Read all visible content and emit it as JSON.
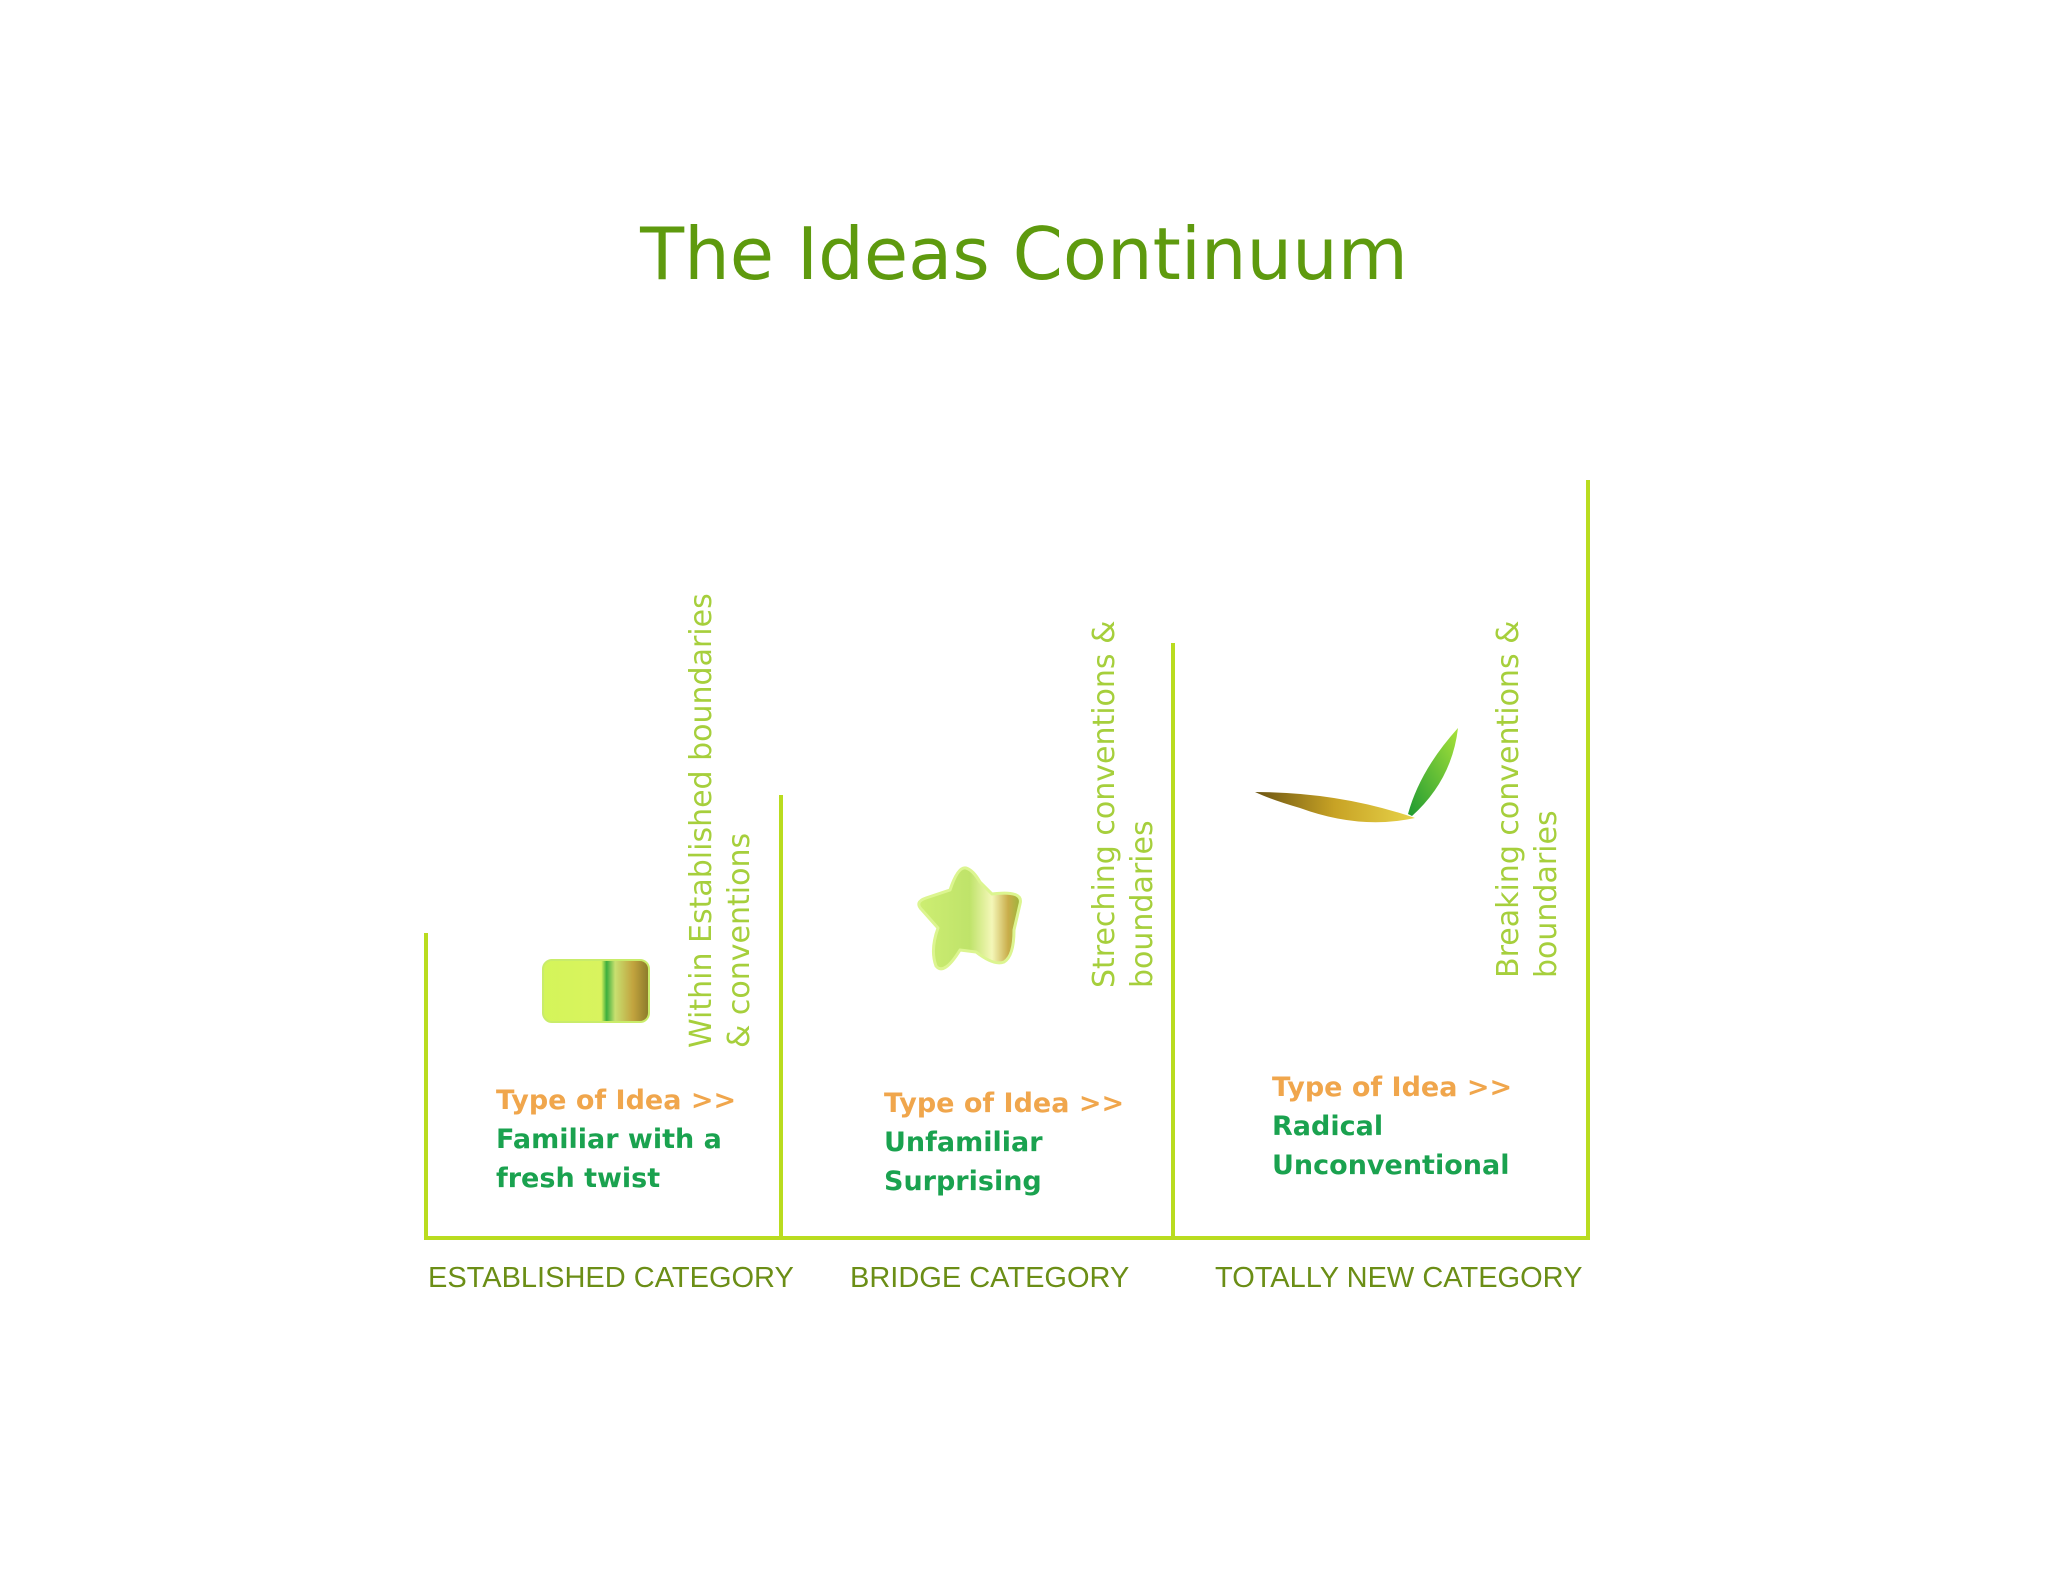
{
  "title": "The Ideas Continuum",
  "colors": {
    "title": "#5e9a0e",
    "frame_line": "#b9dc1f",
    "boundary_text": "#a6cf3c",
    "idea_label": "#f0a64c",
    "idea_desc": "#1aa24f",
    "category_label": "#6b8e16"
  },
  "columns": [
    {
      "category": "ESTABLISHED CATEGORY",
      "boundary_lines": [
        "Within Established boundaries",
        "& conventions"
      ],
      "idea_label": "Type of Idea >>",
      "idea_desc_lines": [
        "Familiar with a",
        "fresh twist"
      ],
      "icon": "rectangle-icon"
    },
    {
      "category": "BRIDGE CATEGORY",
      "boundary_lines": [
        "Streching conventions &",
        "boundaries"
      ],
      "idea_label": "Type of Idea >>",
      "idea_desc_lines": [
        "Unfamiliar",
        "Surprising"
      ],
      "icon": "star-icon"
    },
    {
      "category": "TOTALLY NEW CATEGORY",
      "boundary_lines": [
        "Breaking conventions &",
        "boundaries"
      ],
      "idea_label": "Type of Idea >>",
      "idea_desc_lines": [
        "Radical",
        "Unconventional"
      ],
      "icon": "sprout-icon"
    }
  ]
}
